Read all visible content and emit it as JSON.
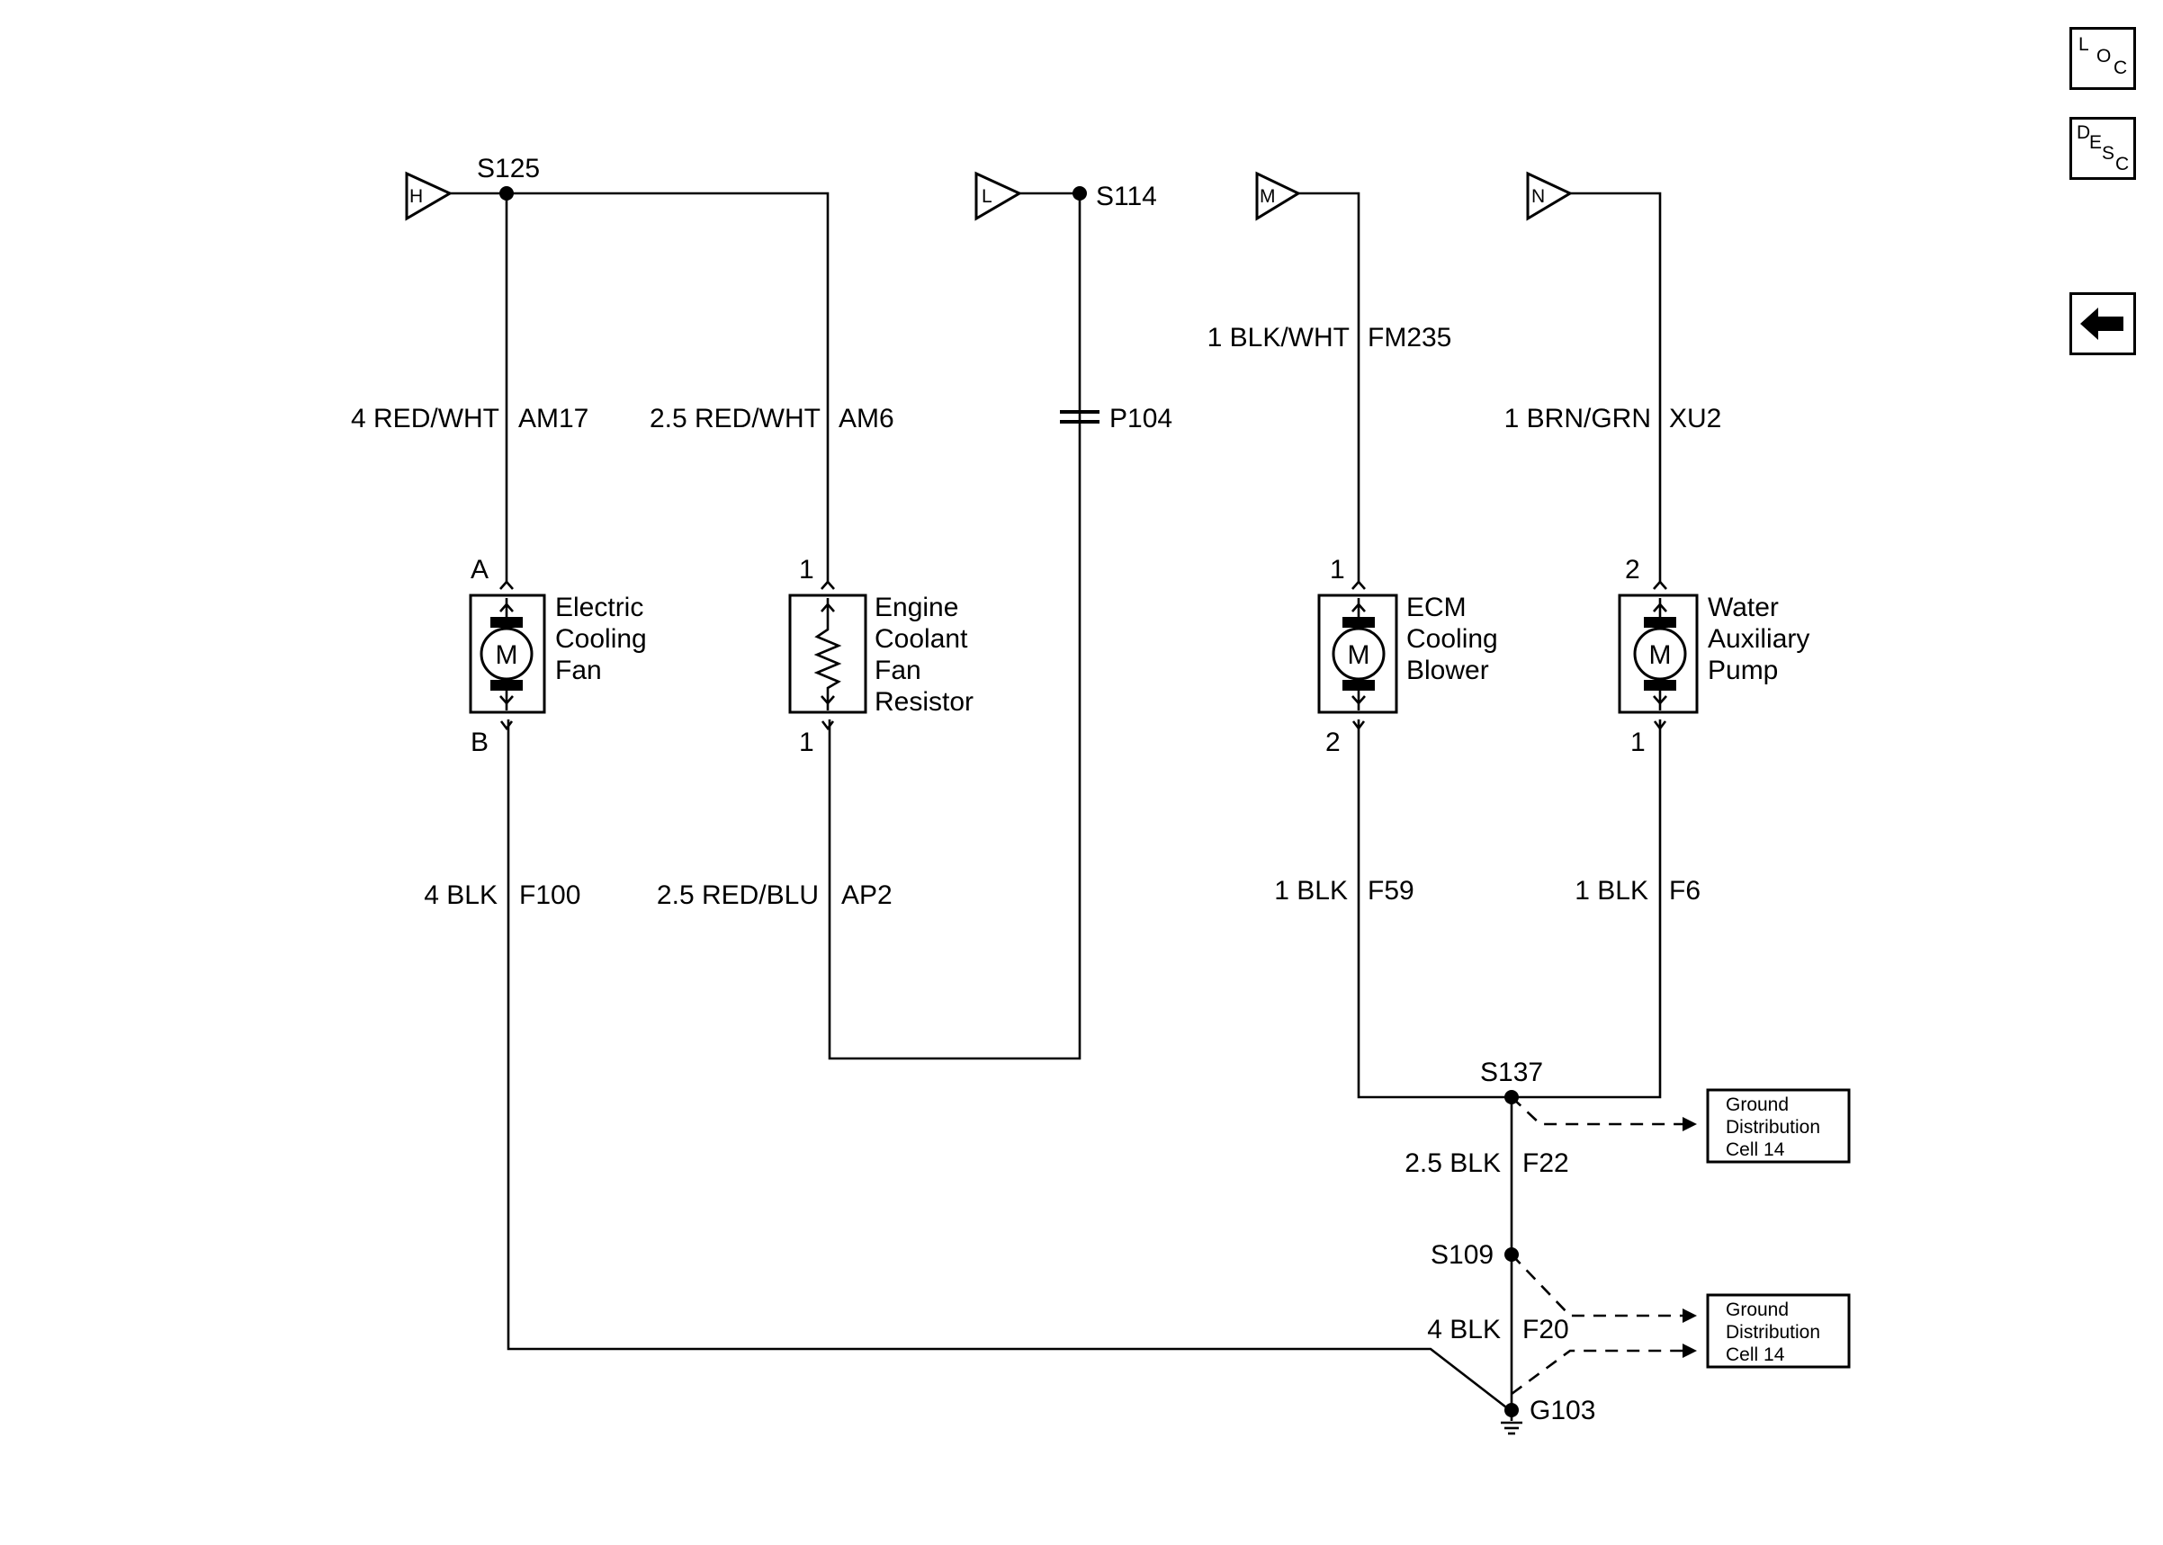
{
  "nav": {
    "loc": [
      "L",
      "O",
      "C"
    ],
    "desc": [
      "D",
      "E",
      "S",
      "C"
    ],
    "back_icon": "arrow-left-icon"
  },
  "connectors": {
    "h": "H",
    "l": "L",
    "m": "M",
    "n": "N"
  },
  "splices": {
    "s125": "S125",
    "s114": "S114",
    "s137": "S137",
    "s109": "S109",
    "p104": "P104",
    "g103": "G103"
  },
  "wires": {
    "am17": {
      "gauge_color": "4 RED/WHT",
      "circuit": "AM17"
    },
    "am6": {
      "gauge_color": "2.5 RED/WHT",
      "circuit": "AM6"
    },
    "fm235": {
      "gauge_color": "1 BLK/WHT",
      "circuit": "FM235"
    },
    "xu2": {
      "gauge_color": "1 BRN/GRN",
      "circuit": "XU2"
    },
    "f100": {
      "gauge_color": "4 BLK",
      "circuit": "F100"
    },
    "ap2": {
      "gauge_color": "2.5 RED/BLU",
      "circuit": "AP2"
    },
    "f59": {
      "gauge_color": "1 BLK",
      "circuit": "F59"
    },
    "f6": {
      "gauge_color": "1 BLK",
      "circuit": "F6"
    },
    "f22": {
      "gauge_color": "2.5 BLK",
      "circuit": "F22"
    },
    "f20": {
      "gauge_color": "4 BLK",
      "circuit": "F20"
    }
  },
  "components": {
    "fan": {
      "name": [
        "Electric",
        "Cooling",
        "Fan"
      ],
      "pin_top": "A",
      "pin_bottom": "B",
      "symbol": "M"
    },
    "resistor": {
      "name": [
        "Engine",
        "Coolant",
        "Fan",
        "Resistor"
      ],
      "pin_top": "1",
      "pin_bottom": "1"
    },
    "blower": {
      "name": [
        "ECM",
        "Cooling",
        "Blower"
      ],
      "pin_top": "1",
      "pin_bottom": "2",
      "symbol": "M"
    },
    "pump": {
      "name": [
        "Water",
        "Auxiliary",
        "Pump"
      ],
      "pin_top": "2",
      "pin_bottom": "1",
      "symbol": "M"
    }
  },
  "ground_refs": {
    "upper": [
      "Ground",
      "Distribution",
      "Cell 14"
    ],
    "lower": [
      "Ground",
      "Distribution",
      "Cell 14"
    ]
  }
}
